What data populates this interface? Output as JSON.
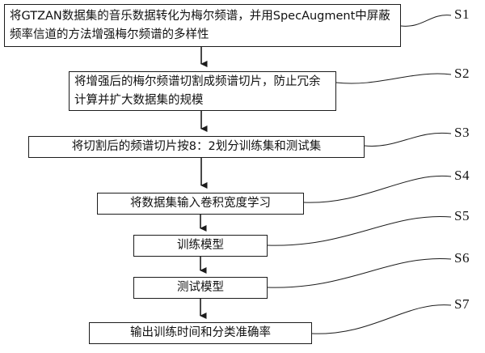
{
  "figure": {
    "background": "#ffffff",
    "line_color": "#1c1c1c"
  },
  "steps": [
    {
      "label": "S1",
      "text": "将GTZAN数据集的音乐数据转化为梅尔频谱，并用SpecAugment中屏蔽频率信道的方法增强梅尔频谱的多样性"
    },
    {
      "label": "S2",
      "text": "将增强后的梅尔频谱切割成频谱切片，防止冗余计算并扩大数据集的规模"
    },
    {
      "label": "S3",
      "text": "将切割后的频谱切片按8：2划分训练集和测试集"
    },
    {
      "label": "S4",
      "text": "将数据集输入卷积宽度学习"
    },
    {
      "label": "S5",
      "text": "训练模型"
    },
    {
      "label": "S6",
      "text": "测试模型"
    },
    {
      "label": "S7",
      "text": "输出训练时间和分类准确率"
    }
  ]
}
